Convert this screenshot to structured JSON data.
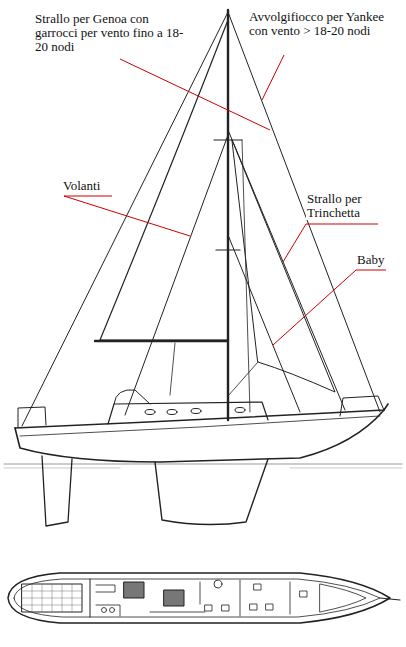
{
  "diagram": {
    "labels": [
      "Strallo per Genoa con garrocci per vento fino a 18-20 nodi",
      "Avvolgifiocco per Yankee con vento > 18-20 nodi",
      "Volanti",
      "Strallo per Trinchetta",
      "Baby"
    ]
  }
}
